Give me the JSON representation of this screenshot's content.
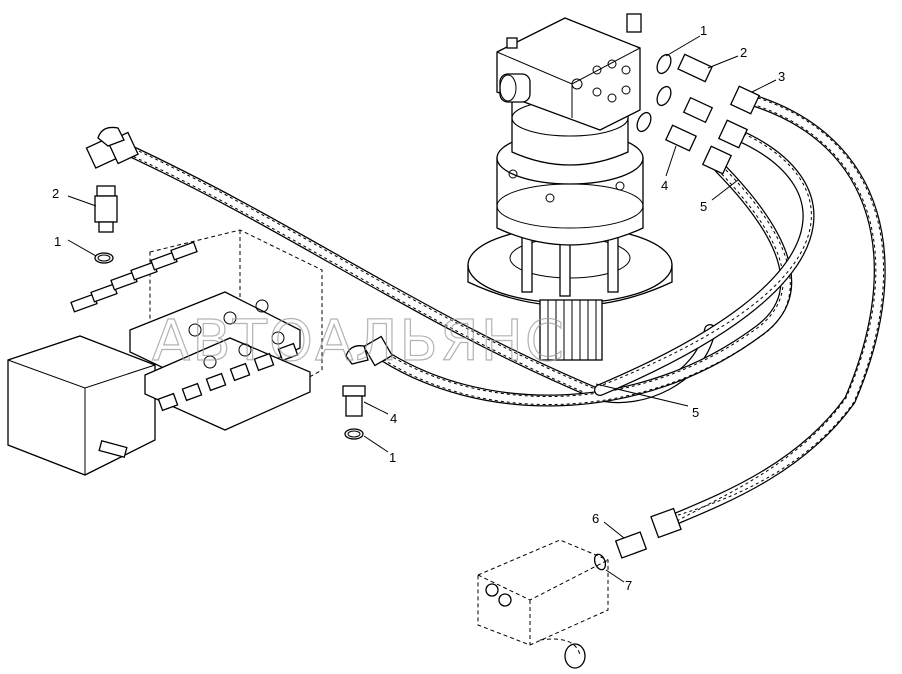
{
  "watermark": "АВТОАЛЬЯНС",
  "callouts": [
    {
      "id": "c1a",
      "text": "1"
    },
    {
      "id": "c2a",
      "text": "2"
    },
    {
      "id": "c3",
      "text": "3"
    },
    {
      "id": "c4a",
      "text": "4"
    },
    {
      "id": "c5a",
      "text": "5"
    },
    {
      "id": "c2b",
      "text": "2"
    },
    {
      "id": "c1b",
      "text": "1"
    },
    {
      "id": "c4b",
      "text": "4"
    },
    {
      "id": "c1c",
      "text": "1"
    },
    {
      "id": "c5b",
      "text": "5"
    },
    {
      "id": "c6",
      "text": "6"
    },
    {
      "id": "c7",
      "text": "7"
    }
  ]
}
